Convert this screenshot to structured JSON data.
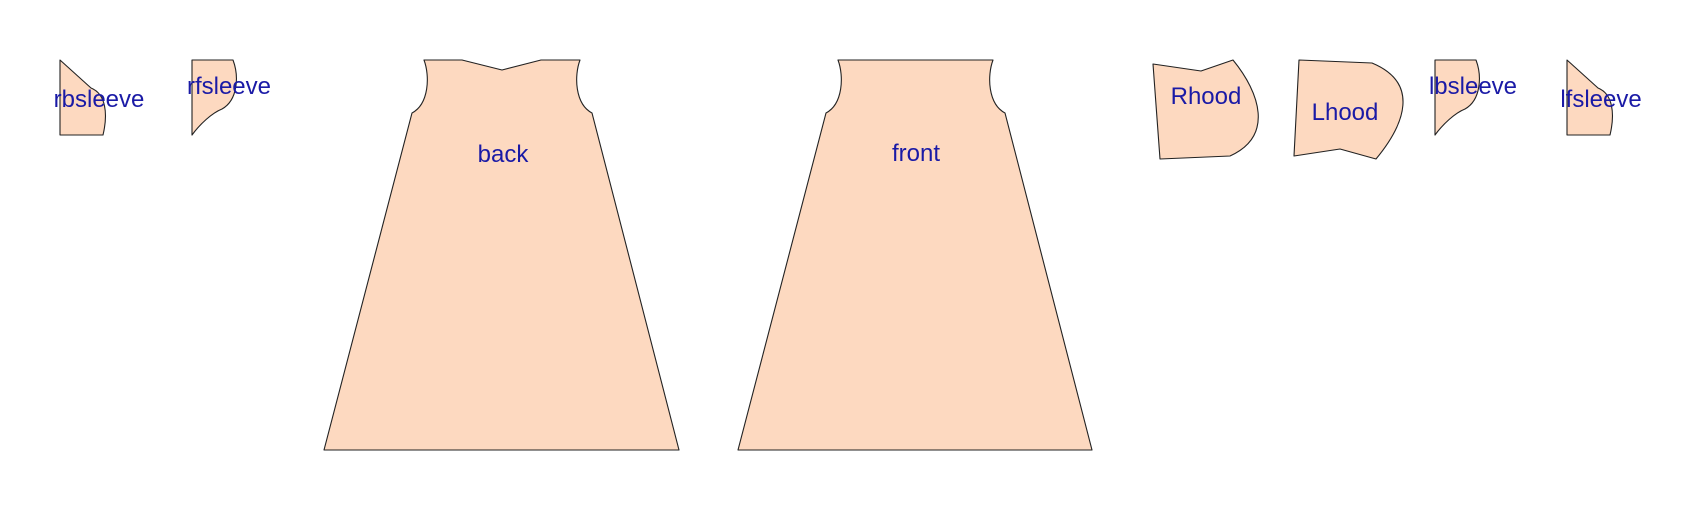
{
  "colors": {
    "piece_fill": "#fdd9c0",
    "piece_stroke": "#222222",
    "label": "#1a1aa6",
    "background": "#ffffff"
  },
  "pieces": {
    "rbsleeve": "rbsleeve",
    "rfsleeve": "rfsleeve",
    "back": "back",
    "front": "front",
    "rhood": "Rhood",
    "lhood": "Lhood",
    "lbsleeve": "lbsleeve",
    "lfsleeve": "lfsleeve"
  }
}
